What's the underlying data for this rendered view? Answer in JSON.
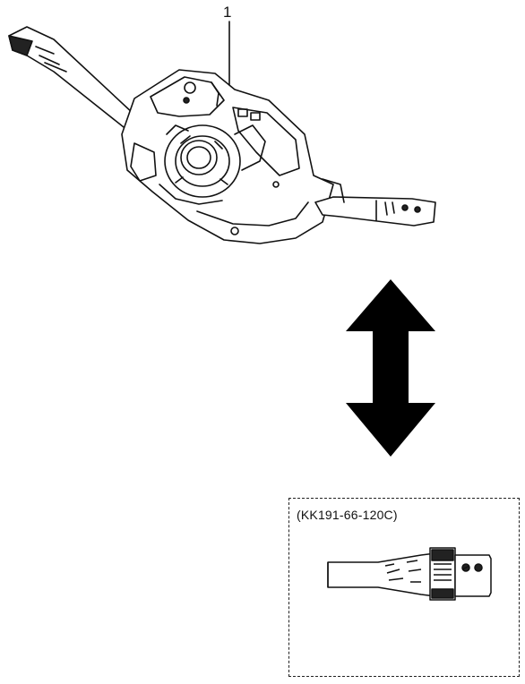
{
  "diagram": {
    "callout_number": "1",
    "inset_part_number": "(KK191-66-120C)",
    "icons": {
      "main_part": "combination-switch-assembly",
      "arrow": "double-vertical-arrow",
      "inset_part": "wiper-switch-lever"
    },
    "colors": {
      "line": "#111111",
      "arrow_fill": "#000000",
      "background": "#ffffff"
    }
  }
}
